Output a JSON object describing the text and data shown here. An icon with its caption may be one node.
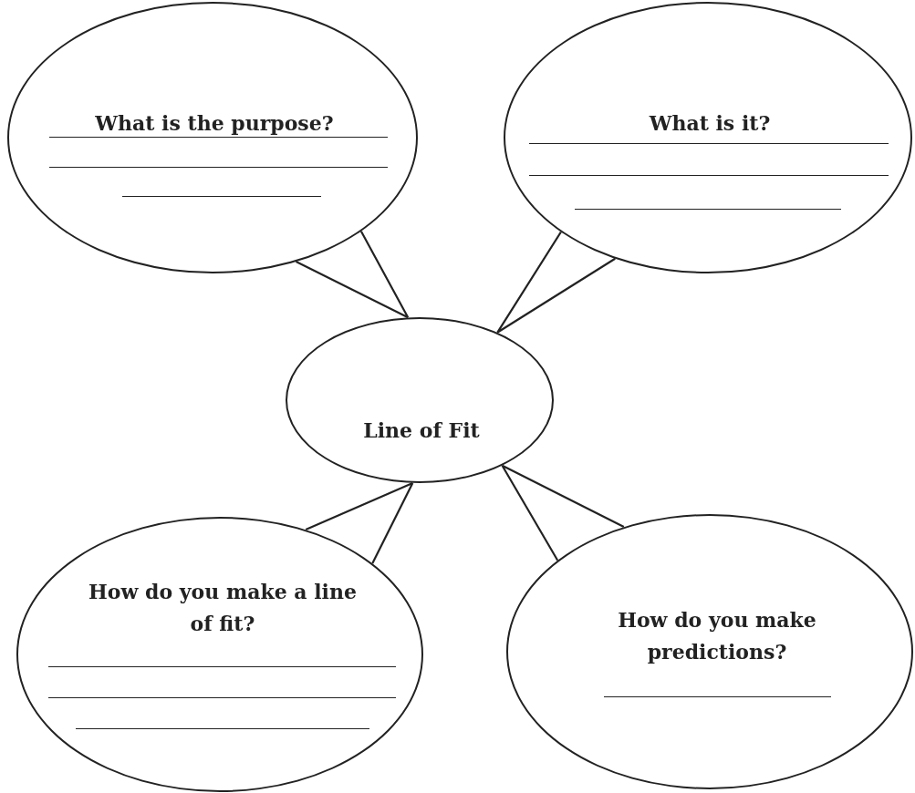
{
  "diagram": {
    "nodes": [
      {
        "text": [
          "What is the purpose?"
        ]
      },
      {
        "text": [
          "What is it?"
        ]
      },
      {
        "text": [
          "Line of Fit"
        ]
      },
      {
        "text": [
          "How do you make a line of fit?"
        ]
      },
      {
        "text": [
          "How do you make predictions?"
        ]
      }
    ],
    "edges": [
      {
        "from": 0,
        "to": 2,
        "arrow": "none"
      },
      {
        "from": 1,
        "to": 2,
        "arrow": "none"
      },
      {
        "from": 3,
        "to": 2,
        "arrow": "none"
      },
      {
        "from": 4,
        "to": 2,
        "arrow": "none"
      }
    ]
  }
}
